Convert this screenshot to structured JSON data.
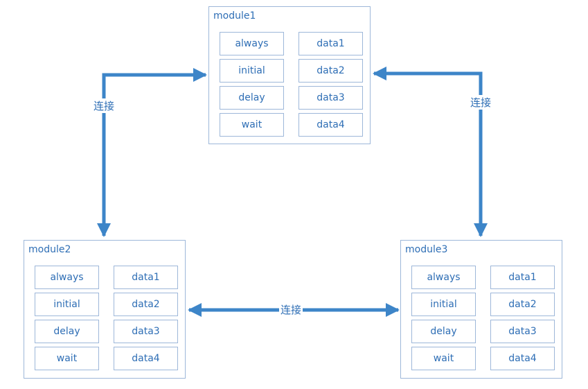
{
  "modules": [
    {
      "name": "module1",
      "left_items": [
        "always",
        "initial",
        "delay",
        "wait"
      ],
      "right_items": [
        "data1",
        "data2",
        "data3",
        "data4"
      ]
    },
    {
      "name": "module2",
      "left_items": [
        "always",
        "initial",
        "delay",
        "wait"
      ],
      "right_items": [
        "data1",
        "data2",
        "data3",
        "data4"
      ]
    },
    {
      "name": "module3",
      "left_items": [
        "always",
        "initial",
        "delay",
        "wait"
      ],
      "right_items": [
        "data1",
        "data2",
        "data3",
        "data4"
      ]
    }
  ],
  "connections": [
    {
      "from": "module1",
      "to": "module2",
      "label": "连接"
    },
    {
      "from": "module1",
      "to": "module3",
      "label": "连接"
    },
    {
      "from": "module2",
      "to": "module3",
      "label": "连接"
    }
  ],
  "colors": {
    "arrow": "#3d85c8",
    "border": "#9db7d9",
    "text": "#2e6eb5"
  }
}
